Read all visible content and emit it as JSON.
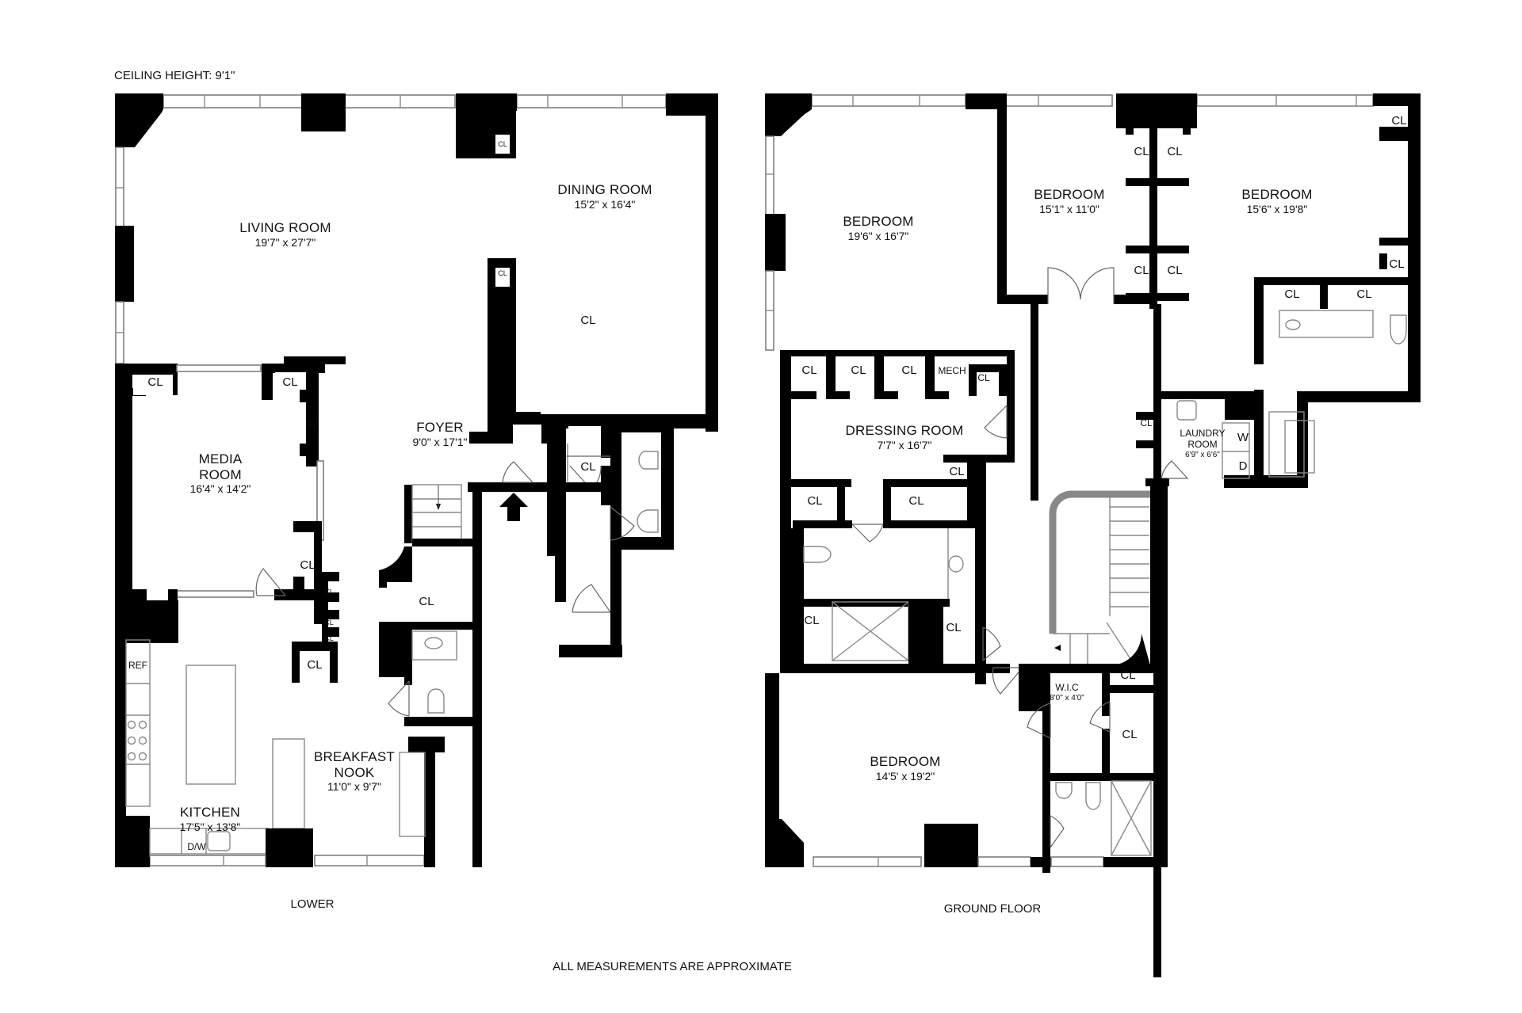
{
  "header": {
    "ceiling_height": "CEILING HEIGHT: 9'1\""
  },
  "lower_floor": {
    "title": "LOWER",
    "rooms": {
      "living_room": {
        "name": "LIVING ROOM",
        "dims": "19'7\" x 27'7\""
      },
      "dining_room": {
        "name": "DINING ROOM",
        "dims": "15'2\" x 16'4\""
      },
      "media_room": {
        "name_line1": "MEDIA",
        "name_line2": "ROOM",
        "dims": "16'4\" x 14'2\""
      },
      "foyer": {
        "name": "FOYER",
        "dims": "9'0\" x 17'1\""
      },
      "breakfast_nook": {
        "name_line1": "BREAKFAST",
        "name_line2": "NOOK",
        "dims": "11'0\" x 9'7\""
      },
      "kitchen": {
        "name": "KITCHEN",
        "dims": "17'5\" x 13'8\""
      }
    },
    "closet_label": "CL",
    "appliances": {
      "refrigerator": "REF",
      "dishwasher": "D/W"
    }
  },
  "ground_floor": {
    "title": "GROUND FLOOR",
    "rooms": {
      "bedroom_1": {
        "name": "BEDROOM",
        "dims": "19'6\" x 16'7\""
      },
      "bedroom_2": {
        "name": "BEDROOM",
        "dims": "15'1\" x 11'0\""
      },
      "bedroom_3": {
        "name": "BEDROOM",
        "dims": "15'6\" x 19'8\""
      },
      "bedroom_4": {
        "name": "BEDROOM",
        "dims": "14'5' x 19'2\""
      },
      "dressing_room": {
        "name": "DRESSING ROOM",
        "dims": "7'7\" x 16'7\""
      },
      "laundry_room": {
        "name_line1": "LAUNDRY",
        "name_line2": "ROOM",
        "dims": "6'9\" x 6'6\""
      },
      "wic": {
        "name": "W.I.C",
        "dims": "8'0\" x 4'0\""
      }
    },
    "closet_label": "CL",
    "mech_label": "MECH",
    "washer": "W",
    "dryer": "D"
  },
  "footer": {
    "disclaimer": "ALL MEASUREMENTS ARE APPROXIMATE"
  }
}
